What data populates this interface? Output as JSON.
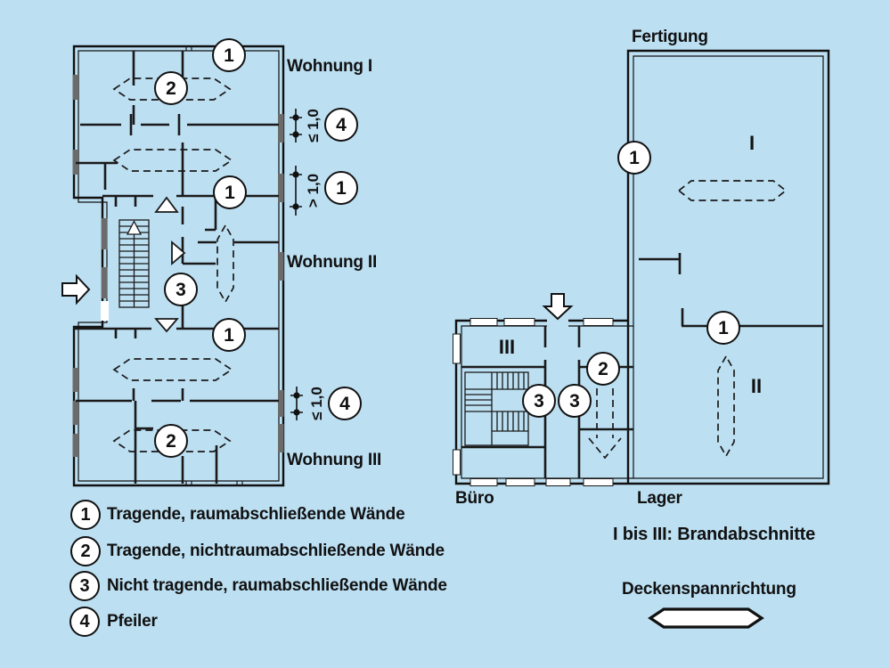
{
  "figure": {
    "background_color": "#bcdff2",
    "line_color": "#111111",
    "window_color": "#6b6b6b"
  },
  "left_plan": {
    "labels": {
      "apartment1": "Wohnung I",
      "apartment2": "Wohnung II",
      "apartment3": "Wohnung III"
    },
    "dimensions": {
      "top": "≤ 1,0",
      "middle": "> 1,0",
      "bottom": "≤ 1,0"
    },
    "markers": {
      "top_wall": "1",
      "apartment1_wall": "2",
      "mid_wall": "1",
      "corridor_wall": "3",
      "lower_wall": "1",
      "apartment3_wall": "2",
      "dim_top": "4",
      "dim_middle": "1",
      "dim_bottom": "4"
    }
  },
  "right_plan": {
    "labels": {
      "top": "Fertigung",
      "bottom_left": "Büro",
      "bottom_right": "Lager"
    },
    "rooms": {
      "hall": "I",
      "storage": "II",
      "office": "III"
    },
    "markers": {
      "hall_outer_wall": "1",
      "hall_inner_wall": "1",
      "office_top_wall": "2",
      "office_wall_left": "3",
      "office_wall_right": "3"
    }
  },
  "legend": {
    "items": [
      {
        "number": "1",
        "label": "Tragende, raumabschließende Wände"
      },
      {
        "number": "2",
        "label": "Tragende, nichtraumabschließende Wände"
      },
      {
        "number": "3",
        "label": "Nicht tragende, raumabschließende Wände"
      },
      {
        "number": "4",
        "label": "Pfeiler"
      }
    ]
  },
  "captions": {
    "fire_sections": "I bis III: Brandabschnitte",
    "ceiling_span": "Deckenspannrichtung"
  }
}
